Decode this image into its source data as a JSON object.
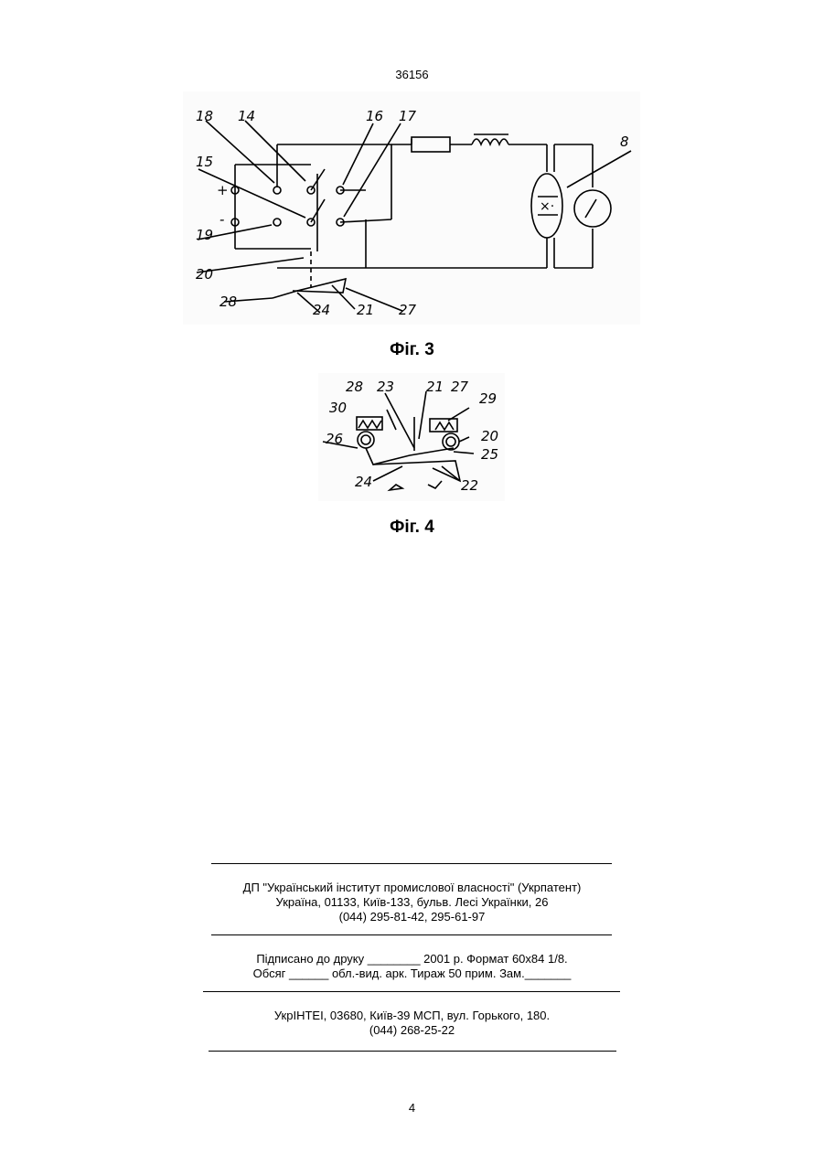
{
  "header": {
    "patent_number": "36156"
  },
  "figure3": {
    "caption": "Фіг. 3",
    "labels": [
      "18",
      "14",
      "16",
      "17",
      "8",
      "15",
      "+",
      "19",
      "-",
      "20",
      "28",
      "24",
      "21",
      "27"
    ]
  },
  "figure4": {
    "caption": "Фіг. 4",
    "labels": [
      "28",
      "23",
      "21",
      "27",
      "29",
      "30",
      "26",
      "20",
      "25",
      "24",
      "22"
    ]
  },
  "publisher": {
    "line1": "ДП \"Український інститут промислової власності\" (Укрпатент)",
    "line2": "Україна, 01133, Київ-133, бульв. Лесі Українки, 26",
    "line3": "(044) 295-81-42, 295-61-97"
  },
  "print_info": {
    "line1": "Підписано до друку ________ 2001 р.    Формат 60х84 1/8.",
    "line2": "Обсяг ______ обл.-вид. арк.   Тираж 50 прим.    Зам._______"
  },
  "printer": {
    "line1": "УкрІНТЕІ, 03680, Київ-39 МСП, вул. Горького, 180.",
    "line2": "(044) 268-25-22"
  },
  "footer": {
    "page_number": "4"
  }
}
